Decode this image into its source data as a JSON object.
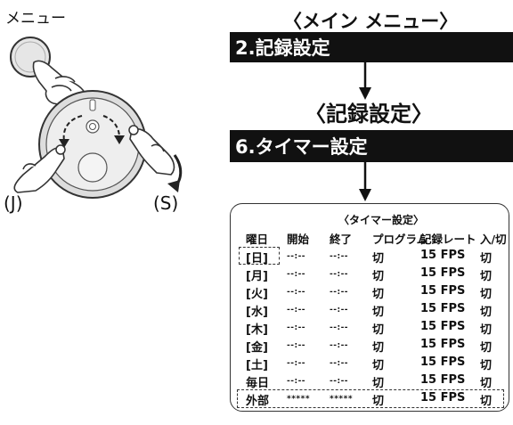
{
  "left": {
    "menu_label": "メニュー",
    "j_label": "(J)",
    "s_label": "(S)"
  },
  "flow": {
    "main_menu_title": "〈メイン メニュー〉",
    "item_record": "2.記録設定",
    "record_title": "〈記録設定〉",
    "item_timer": "6.タイマー設定"
  },
  "timer": {
    "title": "〈タイマー設定〉",
    "headers": [
      "曜日",
      "開始",
      "終了",
      "プログラム",
      "記録レート",
      "入/切"
    ],
    "rows": [
      {
        "day": "[日]",
        "start": "--:--",
        "end": "--:--",
        "program": "切",
        "rate": "15 FPS",
        "onoff": "切"
      },
      {
        "day": "[月]",
        "start": "--:--",
        "end": "--:--",
        "program": "切",
        "rate": "15 FPS",
        "onoff": "切"
      },
      {
        "day": "[火]",
        "start": "--:--",
        "end": "--:--",
        "program": "切",
        "rate": "15 FPS",
        "onoff": "切"
      },
      {
        "day": "[水]",
        "start": "--:--",
        "end": "--:--",
        "program": "切",
        "rate": "15 FPS",
        "onoff": "切"
      },
      {
        "day": "[木]",
        "start": "--:--",
        "end": "--:--",
        "program": "切",
        "rate": "15 FPS",
        "onoff": "切"
      },
      {
        "day": "[金]",
        "start": "--:--",
        "end": "--:--",
        "program": "切",
        "rate": "15 FPS",
        "onoff": "切"
      },
      {
        "day": "[土]",
        "start": "--:--",
        "end": "--:--",
        "program": "切",
        "rate": "15 FPS",
        "onoff": "切"
      },
      {
        "day": "毎日",
        "start": "--:--",
        "end": "--:--",
        "program": "切",
        "rate": "15 FPS",
        "onoff": "切"
      },
      {
        "day": "外部",
        "start": "*****",
        "end": "*****",
        "program": "切",
        "rate": "15 FPS",
        "onoff": "切"
      }
    ]
  }
}
